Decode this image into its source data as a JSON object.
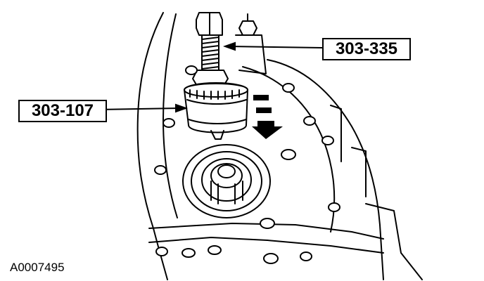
{
  "callouts": {
    "tool_upper": "303-335",
    "tool_lower": "303-107"
  },
  "figure_id": "A0007495",
  "colors": {
    "line": "#000000",
    "background": "#ffffff"
  }
}
